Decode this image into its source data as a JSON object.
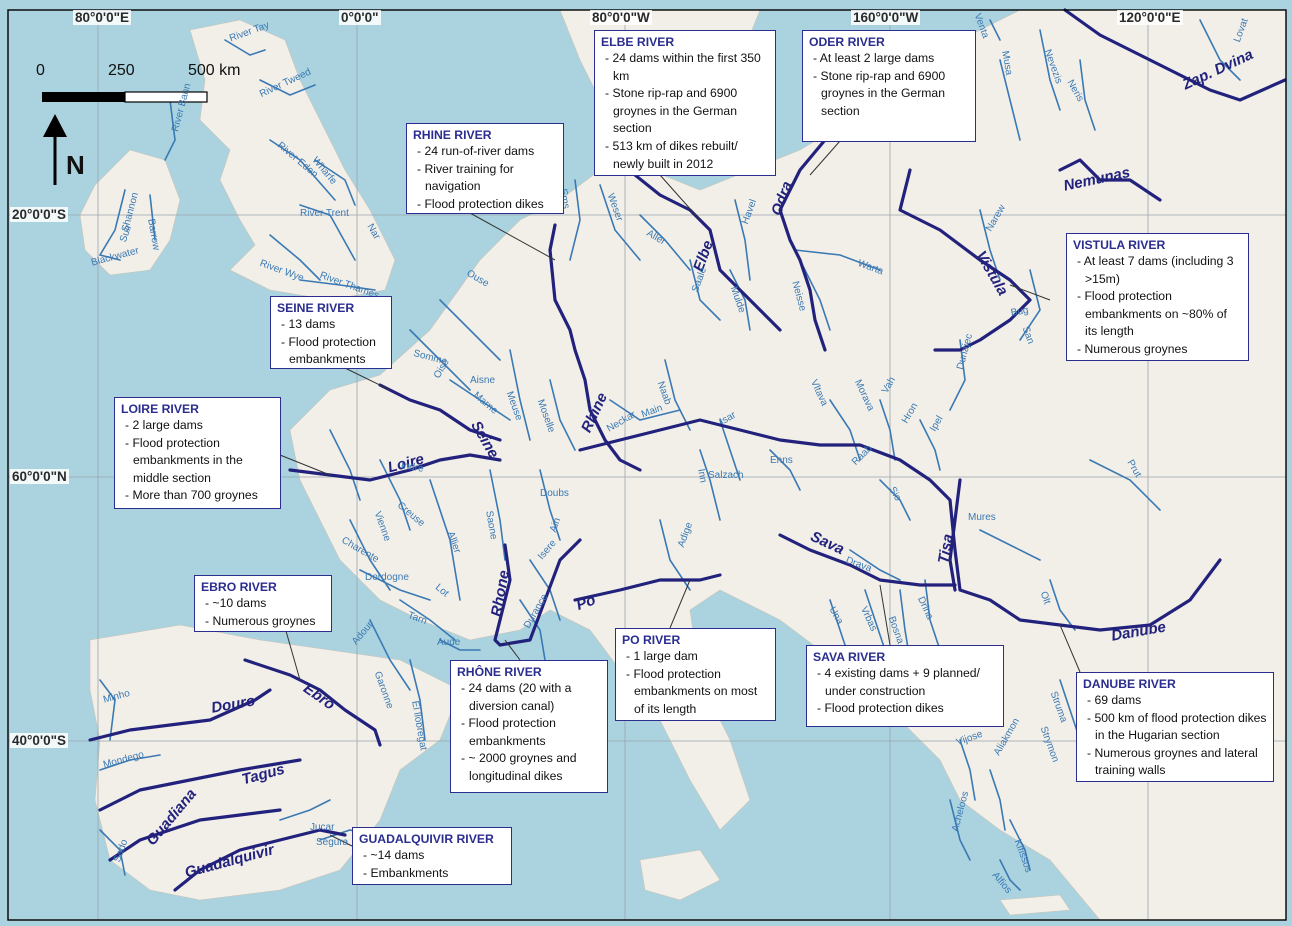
{
  "map": {
    "graticule": {
      "top_labels": [
        "80°0'0\"E",
        "0°0'0\"",
        "80°0'0\"W",
        "160°0'0\"W",
        "120°0'0\"E"
      ],
      "left_labels": [
        "20°0'0\"S",
        "60°0'0\"N",
        "40°0'0\"S"
      ]
    },
    "scale_bar": {
      "labels": [
        "0",
        "250",
        "500 km"
      ]
    },
    "north_arrow": {
      "label": "N"
    },
    "colors": {
      "major_river": "#22227d",
      "minor_river": "#3a79b3",
      "box_border": "#2b2d8f",
      "land": "#f2efe9",
      "sea": "#aad3df"
    },
    "major_river_labels": [
      "Zap. Dvina",
      "Nemunas",
      "Odra",
      "Elbe",
      "Vistula",
      "Rhine",
      "Seine",
      "Loire",
      "Rhone",
      "Po",
      "Sava",
      "Tisa",
      "Danube",
      "Ebro",
      "Douro",
      "Tagus",
      "Guadiana",
      "Guadalquivir"
    ],
    "minor_river_labels": [
      "River Tay",
      "River Tweed",
      "River Bann",
      "River Eden",
      "Wharfe",
      "Shannon",
      "Barrow",
      "Suir",
      "Blackwater",
      "River Trent",
      "Nar",
      "River Wye",
      "River Thames",
      "Ems",
      "Weser",
      "Aller",
      "Havel",
      "Saale",
      "Mulde",
      "Neisse",
      "Warta",
      "Narew",
      "Bug",
      "San",
      "Dunajec",
      "Ouse",
      "Somme",
      "Oise",
      "Marne",
      "Aisne",
      "Meuse",
      "Moselle",
      "Main",
      "Neckar",
      "Naab",
      "Isar",
      "Inn",
      "Salzach",
      "Enns",
      "Vltava",
      "Morava",
      "Vah",
      "Hron",
      "Ipel",
      "Mures",
      "Prut",
      "Olt",
      "Drava",
      "Una",
      "Vrbas",
      "Bosna",
      "Drina",
      "Sio",
      "Raab",
      "Vienne",
      "Creuse",
      "Indre",
      "Charente",
      "Dordogne",
      "Lot",
      "Tarn",
      "Garonne",
      "Adour",
      "Allier",
      "Saone",
      "Doubs",
      "Ain",
      "Isere",
      "Durance",
      "Aude",
      "Adige",
      "Minho",
      "Mondego",
      "Jucar",
      "Segura",
      "Sado",
      "El llobregat",
      "Vijose",
      "Aliakmon",
      "Kifissos",
      "Acheloos",
      "Alfios",
      "Struma",
      "Strymon",
      "Neris",
      "Nevezis",
      "Musa",
      "Lovat",
      "Venta"
    ]
  },
  "boxes": {
    "elbe": {
      "title": "ELBE RIVER",
      "items": [
        "24 dams within the first 350 km",
        "Stone rip-rap and 6900 groynes in the German section",
        "513 km of dikes rebuilt/ newly built in 2012"
      ]
    },
    "oder": {
      "title": "ODER RIVER",
      "items": [
        "At least 2 large dams",
        "Stone rip-rap and 6900 groynes in the German section"
      ]
    },
    "rhine": {
      "title": "RHINE RIVER",
      "items": [
        "24 run-of-river dams",
        "River training for navigation",
        "Flood protection dikes"
      ]
    },
    "vistula": {
      "title": "VISTULA RIVER",
      "items": [
        "At least 7 dams (including 3 >15m)",
        "Flood protection embankments on ~80% of its length",
        "Numerous groynes"
      ]
    },
    "seine": {
      "title": "SEINE RIVER",
      "items": [
        "13 dams",
        "Flood protection embankments"
      ]
    },
    "loire": {
      "title": "LOIRE RIVER",
      "items": [
        "2 large dams",
        "Flood protection embankments in the middle section",
        "More than 700 groynes"
      ]
    },
    "ebro": {
      "title": "EBRO RIVER",
      "items": [
        "~10 dams",
        "Numerous groynes"
      ]
    },
    "po": {
      "title": "PO RIVER",
      "items": [
        "1 large dam",
        "Flood protection embankments on most of its length"
      ]
    },
    "sava": {
      "title": "SAVA RIVER",
      "items": [
        "4 existing dams + 9 planned/ under construction",
        "Flood protection dikes"
      ]
    },
    "rhone": {
      "title": "RHÔNE RIVER",
      "items": [
        "24 dams (20 with a diversion canal)",
        "Flood protection embankments",
        "~ 2000 groynes and longitudinal dikes"
      ]
    },
    "danube": {
      "title": "DANUBE RIVER",
      "items": [
        "69 dams",
        "500 km of flood protection dikes in the Hugarian section",
        "Numerous groynes and lateral training walls"
      ]
    },
    "guadalquivir": {
      "title": "GUADALQUIVIR RIVER",
      "items": [
        "~14 dams",
        "Embankments"
      ]
    }
  }
}
